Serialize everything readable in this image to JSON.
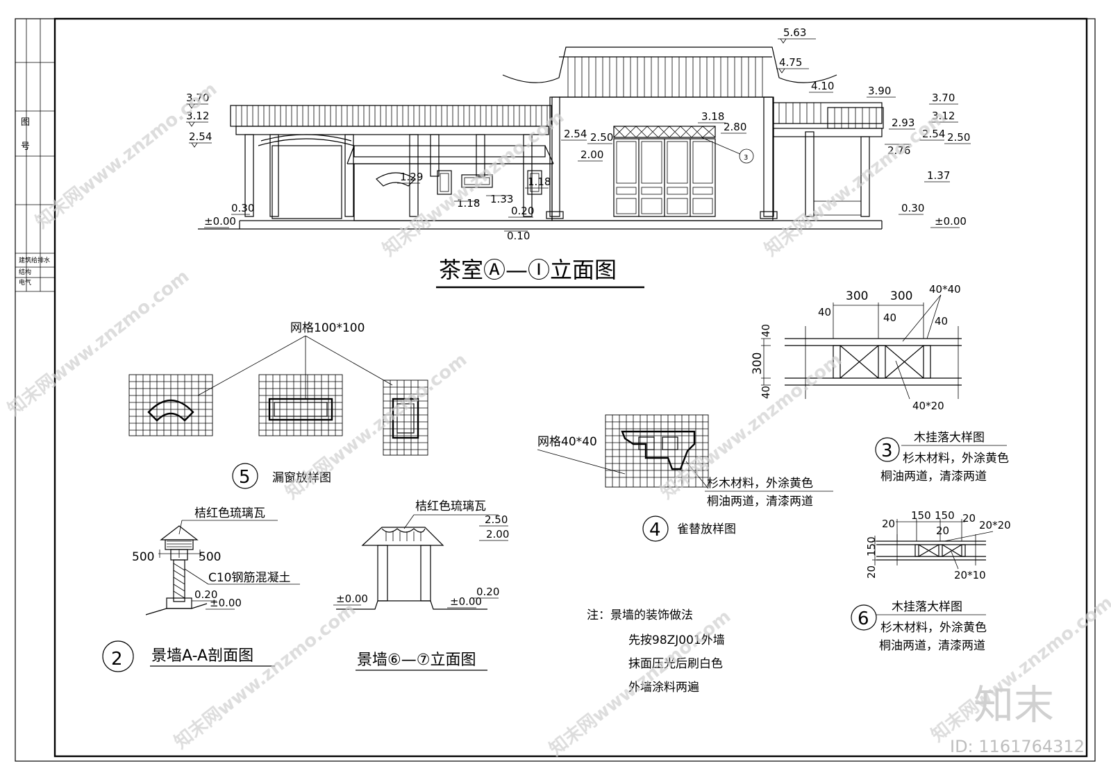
{
  "main_title": {
    "label": "茶室Ⓐ—Ⓘ立面图"
  },
  "elevation_levels": {
    "left_top": "3.70",
    "left_mid": "3.12",
    "left_low": "2.54",
    "left_ground_a": "0.30",
    "left_ground_b": "±0.00",
    "ridge_top": "5.63",
    "ridge_mid": "4.75",
    "mid_a": "4.10",
    "mid_b": "3.90",
    "door_top": "3.18",
    "door_lintel": "2.80",
    "wall_a": "2.54",
    "wall_b": "2.50",
    "wall_c": "2.00",
    "win_a": "1.29",
    "win_b": "1.18",
    "win_c": "1.18",
    "win_d": "1.33",
    "step_a": "0.20",
    "step_b": "0.10",
    "right_top": "3.70",
    "right_a": "3.12",
    "right_b": "2.93",
    "right_c": "2.54",
    "right_d": "2.50",
    "right_e": "2.76",
    "right_f": "1.37",
    "right_ground_a": "0.30",
    "right_ground_b": "±0.00"
  },
  "callout_mark": "3",
  "detail5": {
    "number": "5",
    "title": "漏窗放样图",
    "grid_label": "网格100*100"
  },
  "detail4": {
    "number": "4",
    "title": "雀替放样图",
    "grid_label": "网格40*40",
    "note_line1": "杉木材料，外涂黄色",
    "note_line2": "桐油两道，清漆两道"
  },
  "detail3": {
    "number": "3",
    "title": "木挂落大样图",
    "note_line1": "杉木材料，外涂黄色",
    "note_line2": "桐油两道，清漆两道",
    "dim_300a": "300",
    "dim_300b": "300",
    "dim_40a": "40",
    "dim_40b": "40",
    "dim_40c": "40",
    "dim_40x40": "40*40",
    "dim_left40a": "40",
    "dim_left300": "300",
    "dim_left40b": "40",
    "dim_40x20": "40*20"
  },
  "detail6": {
    "number": "6",
    "title": "木挂落大样图",
    "note_line1": "杉木材料，外涂黄色",
    "note_line2": "桐油两道，清漆两道",
    "dim_a": "20",
    "dim_b": "150",
    "dim_c": "150",
    "dim_d": "20",
    "dim_e": "20",
    "dim_20x20": "20*20",
    "dim_left150": "150",
    "dim_left20": "20",
    "dim_20x10": "20*10"
  },
  "detail2": {
    "number": "2",
    "title": "景墙A-A剖面图",
    "tile_label": "桔红色琉璃瓦",
    "dim_left": "500",
    "dim_right": "500",
    "concrete_label": "C10钢筋混凝土",
    "lvl_a": "0.20",
    "lvl_b": "±0.00"
  },
  "detail67": {
    "title": "景墙⑥—⑦立面图",
    "tile_label": "桔红色琉璃瓦",
    "lvl_a": "2.50",
    "lvl_b": "2.00",
    "lvl_c": "±0.00",
    "lvl_d": "0.20",
    "lvl_e": "±0.00"
  },
  "notes": {
    "heading": "注：景墙的装饰做法",
    "line1": "先按98ZJ001外墙",
    "line2": "抹面压光后刷白色",
    "line3": "外墙涂料两遍"
  },
  "title_block_labels": [
    "建筑",
    "结构",
    "电气",
    "给排水"
  ],
  "title_block_side": [
    "图",
    "号"
  ],
  "watermark": {
    "logo": "知末",
    "id_text": "ID: 1161764312",
    "site": "知末网www.znzmo.com"
  }
}
